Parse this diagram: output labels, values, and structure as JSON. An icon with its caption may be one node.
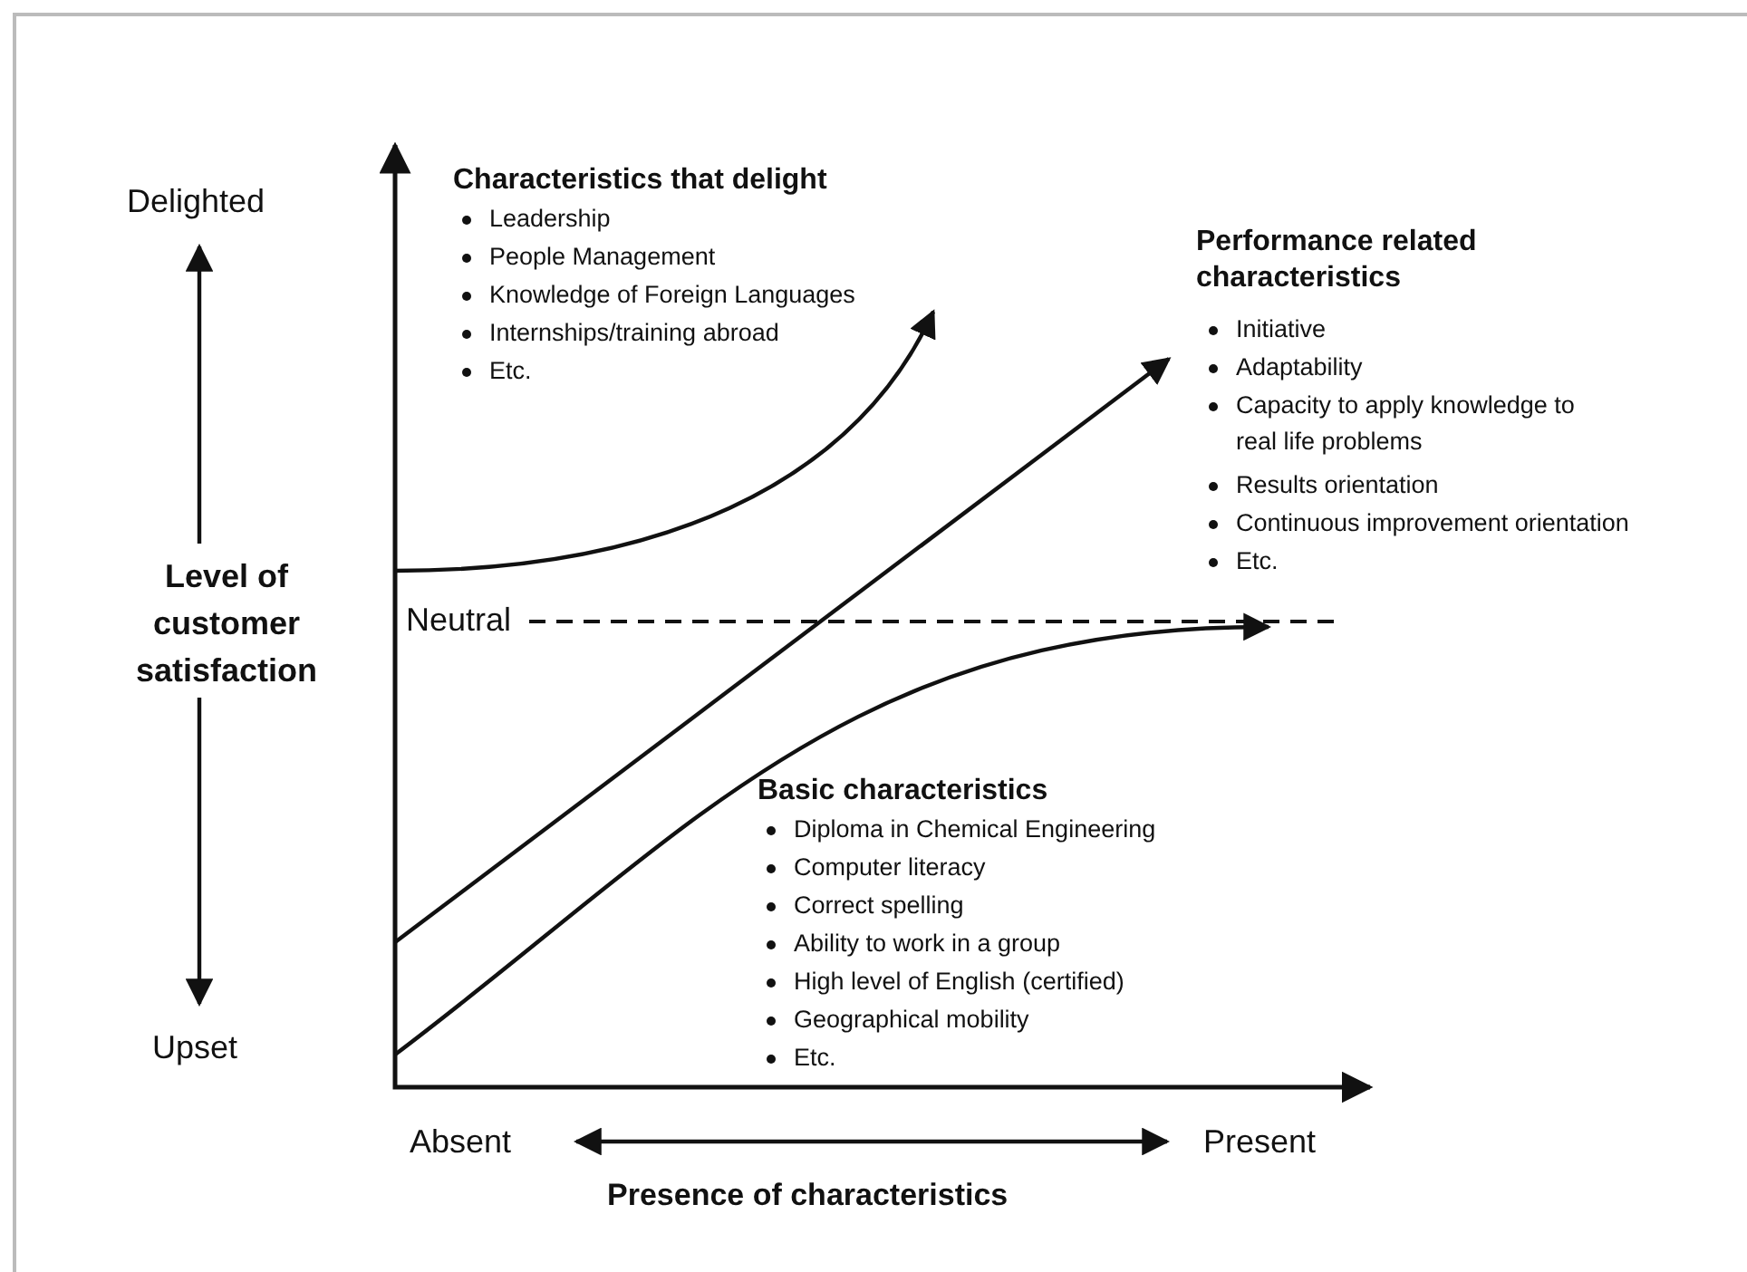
{
  "diagram": {
    "labels": [
      "Delighted",
      "Characteristics that delight",
      "Leadership",
      "People Management",
      "Knowledge of Foreign Languages",
      "Internships/training abroad",
      "Etc.",
      "Performance related characteristics",
      "Initiative",
      "Adaptability",
      "Capacity to apply knowledge to real life problems",
      "Results orientation",
      "Continuous improvement orientation",
      "Etc.",
      "Level of customer satisfaction",
      "Neutral",
      "Basic characteristics",
      "Diploma in Chemical Engineering",
      "Computer literacy",
      "Correct spelling",
      "Ability to work in a group",
      "High level of English (certified)",
      "Geographical mobility",
      "Etc.",
      "Upset",
      "Absent",
      "Present",
      "Presence of characteristics"
    ]
  }
}
